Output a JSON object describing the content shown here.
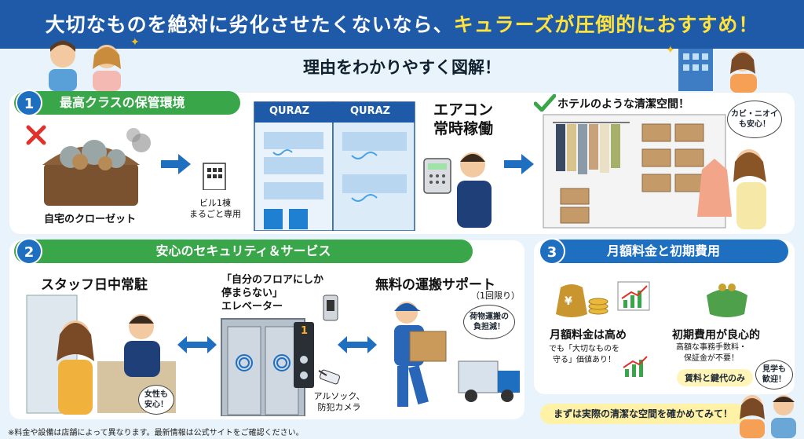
{
  "banner": {
    "part1": "大切なものを絶対に劣化させたくないなら、",
    "part2": "キュラーズが圧倒的におすすめ！"
  },
  "subtitle": "理由をわかりやすく図解！",
  "section1": {
    "number": "1",
    "title": "最高クラスの保管環境",
    "closet_label": "自宅のクローゼット",
    "building_label": "ビル1棟\nまるごと専用",
    "brand": "QURAZ",
    "aircon_label": "エアコン\n常時稼働",
    "hotel_label": "ホテルのような清潔空間！",
    "bubble": "カビ・ニオイ\nも安心！"
  },
  "section2": {
    "number": "2",
    "title": "安心のセキュリティ＆サービス",
    "staff_label": "スタッフ日中常駐",
    "elevator_label": "「自分のフロアにしか\n停まらない」\nエレベーター",
    "elevator_floor": "1",
    "support_label": "無料の運搬サポート",
    "support_note": "（1回限り）",
    "bubble_cargo": "荷物運搬の\n負担減！",
    "bubble_women": "女性も\n安心！",
    "camera_label": "アルソック、\n防犯カメラ"
  },
  "section3": {
    "number": "3",
    "title": "月額料金と初期費用",
    "monthly_label": "月額料金は高め",
    "monthly_note": "でも「大切なものを\n守る」価値あり！",
    "initial_label": "初期費用が良心的",
    "initial_note": "高額な事務手数料・\n保証金が不要！",
    "deposit_tag": "賃料と鍵代のみ",
    "visit_bubble": "見学も\n歓迎！",
    "yen_mark": "¥"
  },
  "cta": "まずは実際の清潔な空間を確かめてみて！",
  "footer": "※料金や設備は店舗によって異なります。最新情報は公式サイトをご確認ください。",
  "colors": {
    "banner": "#1e5aa8",
    "highlight": "#ffe23a",
    "green_pill": "#3aa64a",
    "blue_pill": "#1f6fc1",
    "background": "#e8f3fb"
  }
}
